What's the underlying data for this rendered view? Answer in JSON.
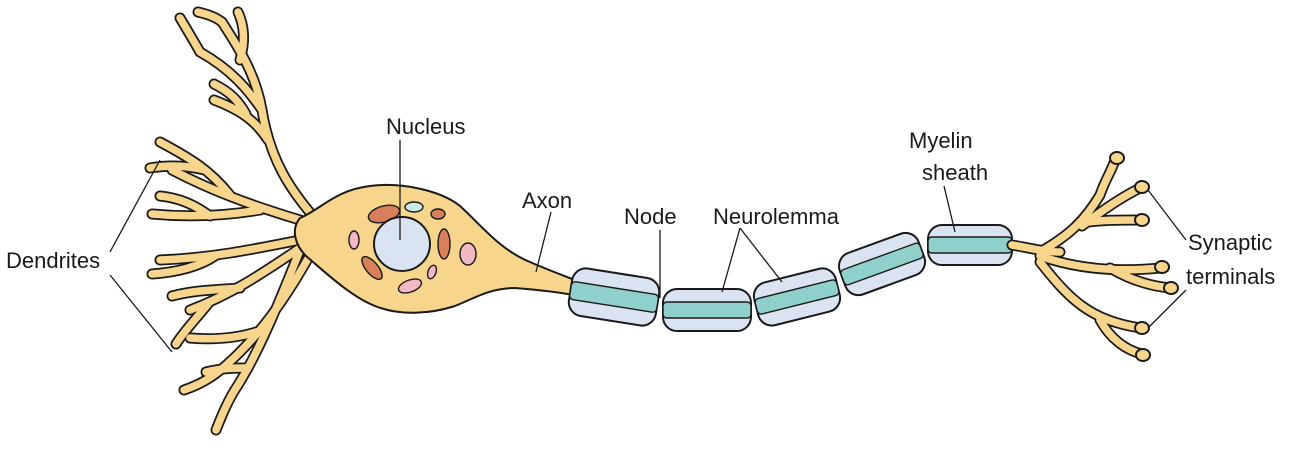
{
  "diagram": {
    "labels": {
      "dendrites": "Dendrites",
      "nucleus": "Nucleus",
      "axon": "Axon",
      "node": "Node",
      "neurolemma": "Neurolemma",
      "myelin_line1": "Myelin",
      "myelin_line2": "sheath",
      "synaptic_line1": "Synaptic",
      "synaptic_line2": "terminals"
    },
    "colors": {
      "cytoplasm": "#f7d58c",
      "nucleus": "#d9e3f1",
      "sheath": "#d9e3f1",
      "axon_core": "#8fcfcc",
      "organelle_orange": "#d9805a",
      "organelle_pink": "#f2b8c6",
      "organelle_teal": "#c8ebe6"
    }
  }
}
